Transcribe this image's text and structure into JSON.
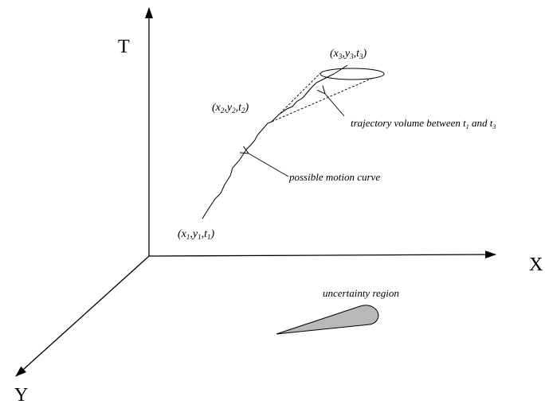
{
  "axes": {
    "t_label": "T",
    "x_label": "X",
    "y_label": "Y"
  },
  "points": {
    "p1": {
      "x": "x",
      "y": "y",
      "t": "t",
      "index": "1"
    },
    "p2": {
      "x": "x",
      "y": "y",
      "t": "t",
      "index": "2"
    },
    "p3": {
      "x": "x",
      "y": "y",
      "t": "t",
      "index": "3"
    }
  },
  "annotations": {
    "trajectory_volume": {
      "text": "trajectory volume between t",
      "sub_a": "1",
      "mid": " and t",
      "sub_b": "3"
    },
    "motion_curve": "possible motion curve",
    "uncertainty_region": "uncertainty region"
  },
  "colors": {
    "line": "#000000",
    "region_fill": "#b8b8b8"
  }
}
